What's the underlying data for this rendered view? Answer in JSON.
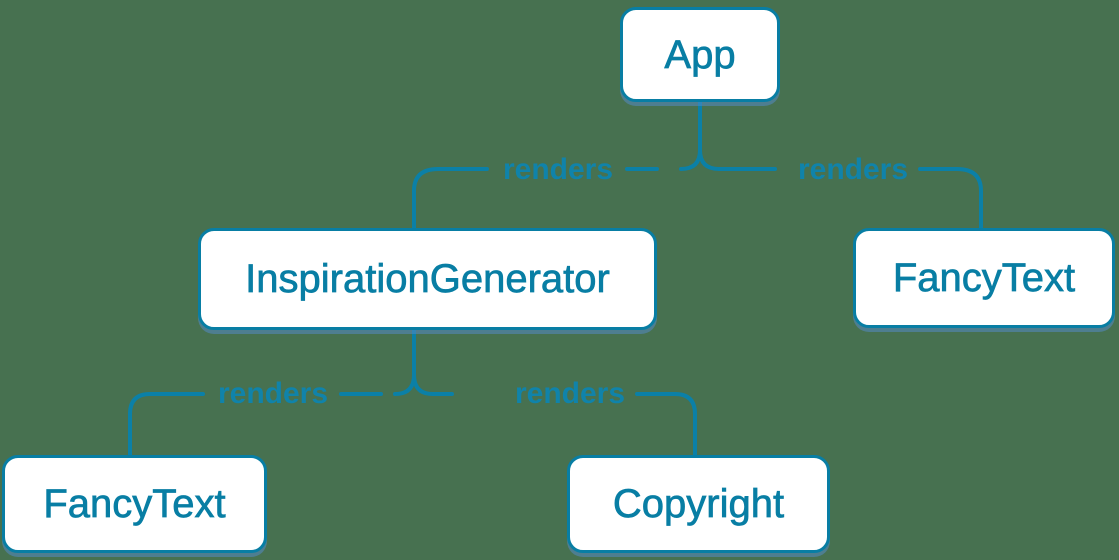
{
  "palette": {
    "bg": "#477150",
    "accent": "#087ea4",
    "line": "#0b80a7",
    "node_bg": "#ffffff",
    "edge_label": "#1083aa"
  },
  "diagram": {
    "type": "tree",
    "nodes": [
      {
        "id": "app",
        "label": "App"
      },
      {
        "id": "inspiration-generator",
        "label": "InspirationGenerator"
      },
      {
        "id": "fancy-text-top-right",
        "label": "FancyText"
      },
      {
        "id": "fancy-text-bottom-left",
        "label": "FancyText"
      },
      {
        "id": "copyright",
        "label": "Copyright"
      }
    ],
    "edges": [
      {
        "from": "app",
        "to": "inspiration-generator",
        "label": "renders"
      },
      {
        "from": "app",
        "to": "fancy-text-top-right",
        "label": "renders"
      },
      {
        "from": "inspiration-generator",
        "to": "fancy-text-bottom-left",
        "label": "renders"
      },
      {
        "from": "inspiration-generator",
        "to": "copyright",
        "label": "renders"
      }
    ]
  }
}
